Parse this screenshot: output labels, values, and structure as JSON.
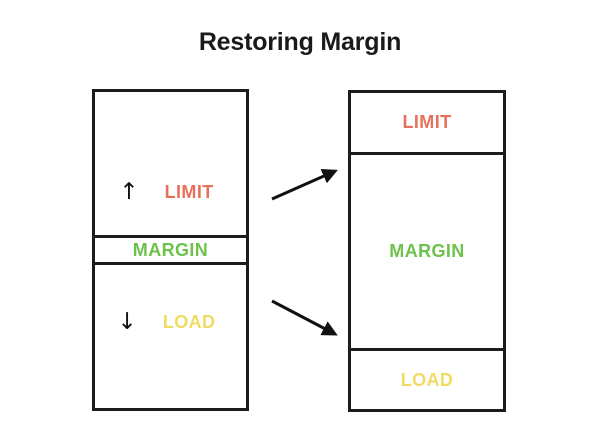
{
  "title": "Restoring Margin",
  "colors": {
    "limit": "#e8705a",
    "margin": "#6cc24a",
    "load": "#f0dc64",
    "outline": "#1c1c1c",
    "title": "#1a1a1a",
    "background": "#ffffff",
    "arrow": "#111111"
  },
  "before": {
    "name": "current-state-stack",
    "segments": [
      {
        "key": "limit",
        "label": "LIMIT",
        "direction_icon": "↑",
        "direction": "up"
      },
      {
        "key": "margin",
        "label": "MARGIN",
        "direction_icon": "",
        "direction": "none"
      },
      {
        "key": "load",
        "label": "LOAD",
        "direction_icon": "↓",
        "direction": "down"
      }
    ]
  },
  "after": {
    "name": "restored-state-stack",
    "segments": [
      {
        "key": "limit",
        "label": "LIMIT"
      },
      {
        "key": "margin",
        "label": "MARGIN"
      },
      {
        "key": "load",
        "label": "LOAD"
      }
    ]
  },
  "connectors": [
    {
      "name": "raise-limit-arrow",
      "direction": "up-right"
    },
    {
      "name": "lower-load-arrow",
      "direction": "down-right"
    }
  ]
}
